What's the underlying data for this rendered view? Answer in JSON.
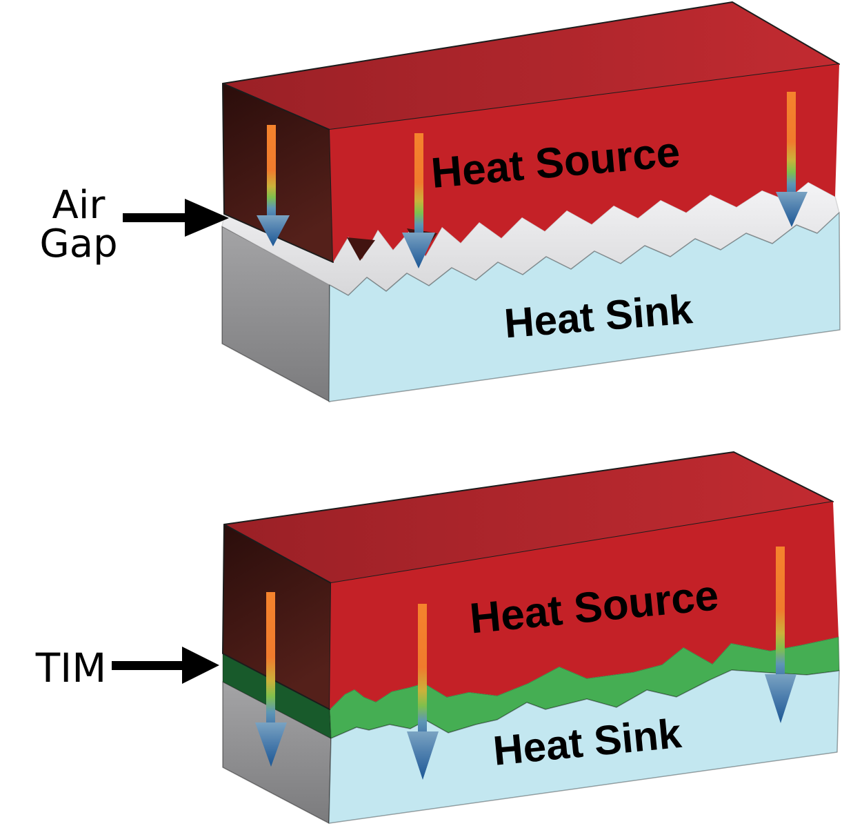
{
  "figures": {
    "top": {
      "callout_line1": "Air",
      "callout_line2": "Gap",
      "source_label": "Heat Source",
      "sink_label": "Heat Sink"
    },
    "bottom": {
      "callout": "TIM",
      "source_label": "Heat Source",
      "sink_label": "Heat Sink"
    }
  },
  "colors": {
    "background": "#ffffff",
    "heat_source_front": "#c42127",
    "heat_source_top_left": "#9a2026",
    "heat_source_top_right": "#c22b31",
    "heat_source_side_dark": "#2a0d0b",
    "heat_source_side_light": "#54201a",
    "spike_shadow": "#421410",
    "air_gap_light": "#f4f4f6",
    "air_gap_dark": "#d7d7d9",
    "heat_sink_front": "#c3e7f0",
    "heat_sink_side_light": "#a4a4a6",
    "heat_sink_side_dark": "#7b7b7d",
    "tim_green": "#45ae53",
    "tim_green_dark": "#185a2b",
    "arrow_stop_orange1": "#f5832d",
    "arrow_stop_orange2": "#f07b2d",
    "arrow_stop_yellow": "#cbb13a",
    "arrow_stop_green": "#7fc04c",
    "arrow_stop_teal": "#5e96b5",
    "arrow_stop_blue": "#4b7fae",
    "arrowhead_top": "#7aa3c2",
    "arrowhead_mid": "#4e7fae",
    "arrowhead_tip": "#1c5795",
    "label_black": "#000000"
  }
}
